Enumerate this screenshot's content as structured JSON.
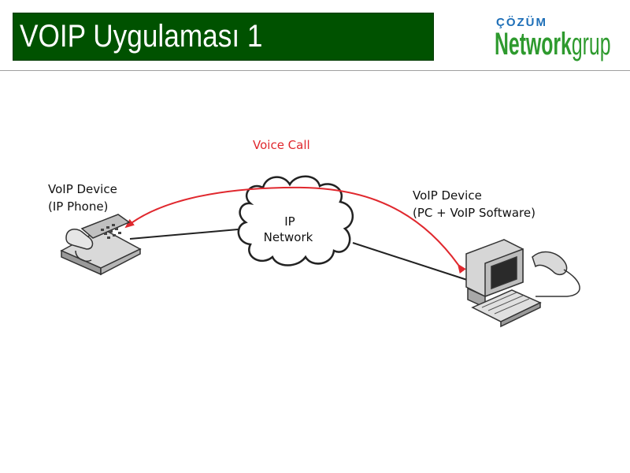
{
  "header": {
    "title": "VOIP Uygulaması 1"
  },
  "logo": {
    "top_text": "ÇÖZÜM",
    "main_part1": "Network",
    "main_part2": "grup"
  },
  "diagram": {
    "call_label": "Voice Call",
    "left_device": {
      "line1": "VoIP Device",
      "line2": "(IP Phone)"
    },
    "right_device": {
      "line1": "VoIP Device",
      "line2": "(PC + VoIP Software)"
    },
    "cloud": {
      "line1": "IP",
      "line2": "Network"
    }
  },
  "colors": {
    "title_bg": "#005200",
    "call_arrow": "#e0282e",
    "logo_blue": "#1e6fb8",
    "logo_green": "#2e9a2e"
  }
}
